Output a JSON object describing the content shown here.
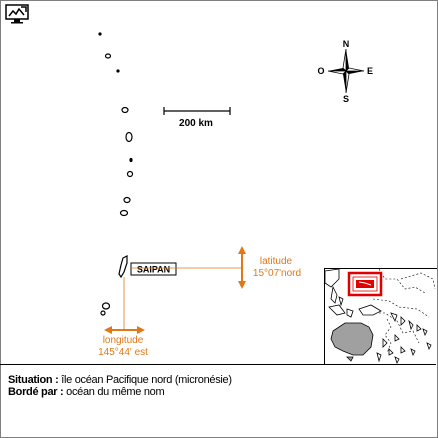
{
  "map": {
    "island_label": "SAIPAN",
    "scale_label": "200 km",
    "latitude_label": "latitude",
    "latitude_value": "15°07'nord",
    "longitude_label": "longitude",
    "longitude_value": "145°44' est",
    "compass": {
      "north": "N",
      "south": "S",
      "east": "E",
      "west": "O"
    },
    "colors": {
      "accent": "#e07818",
      "highlight": "#e00000",
      "land": "#a0a0a0",
      "ink": "#000000"
    }
  },
  "info": {
    "situation_label": "Situation :",
    "situation_value": " île océan Pacifique nord (micronésie)",
    "borde_label": "Bordé par :",
    "borde_value": " océan du même nom"
  },
  "toolbar": {
    "icon": "map-tool-icon"
  }
}
